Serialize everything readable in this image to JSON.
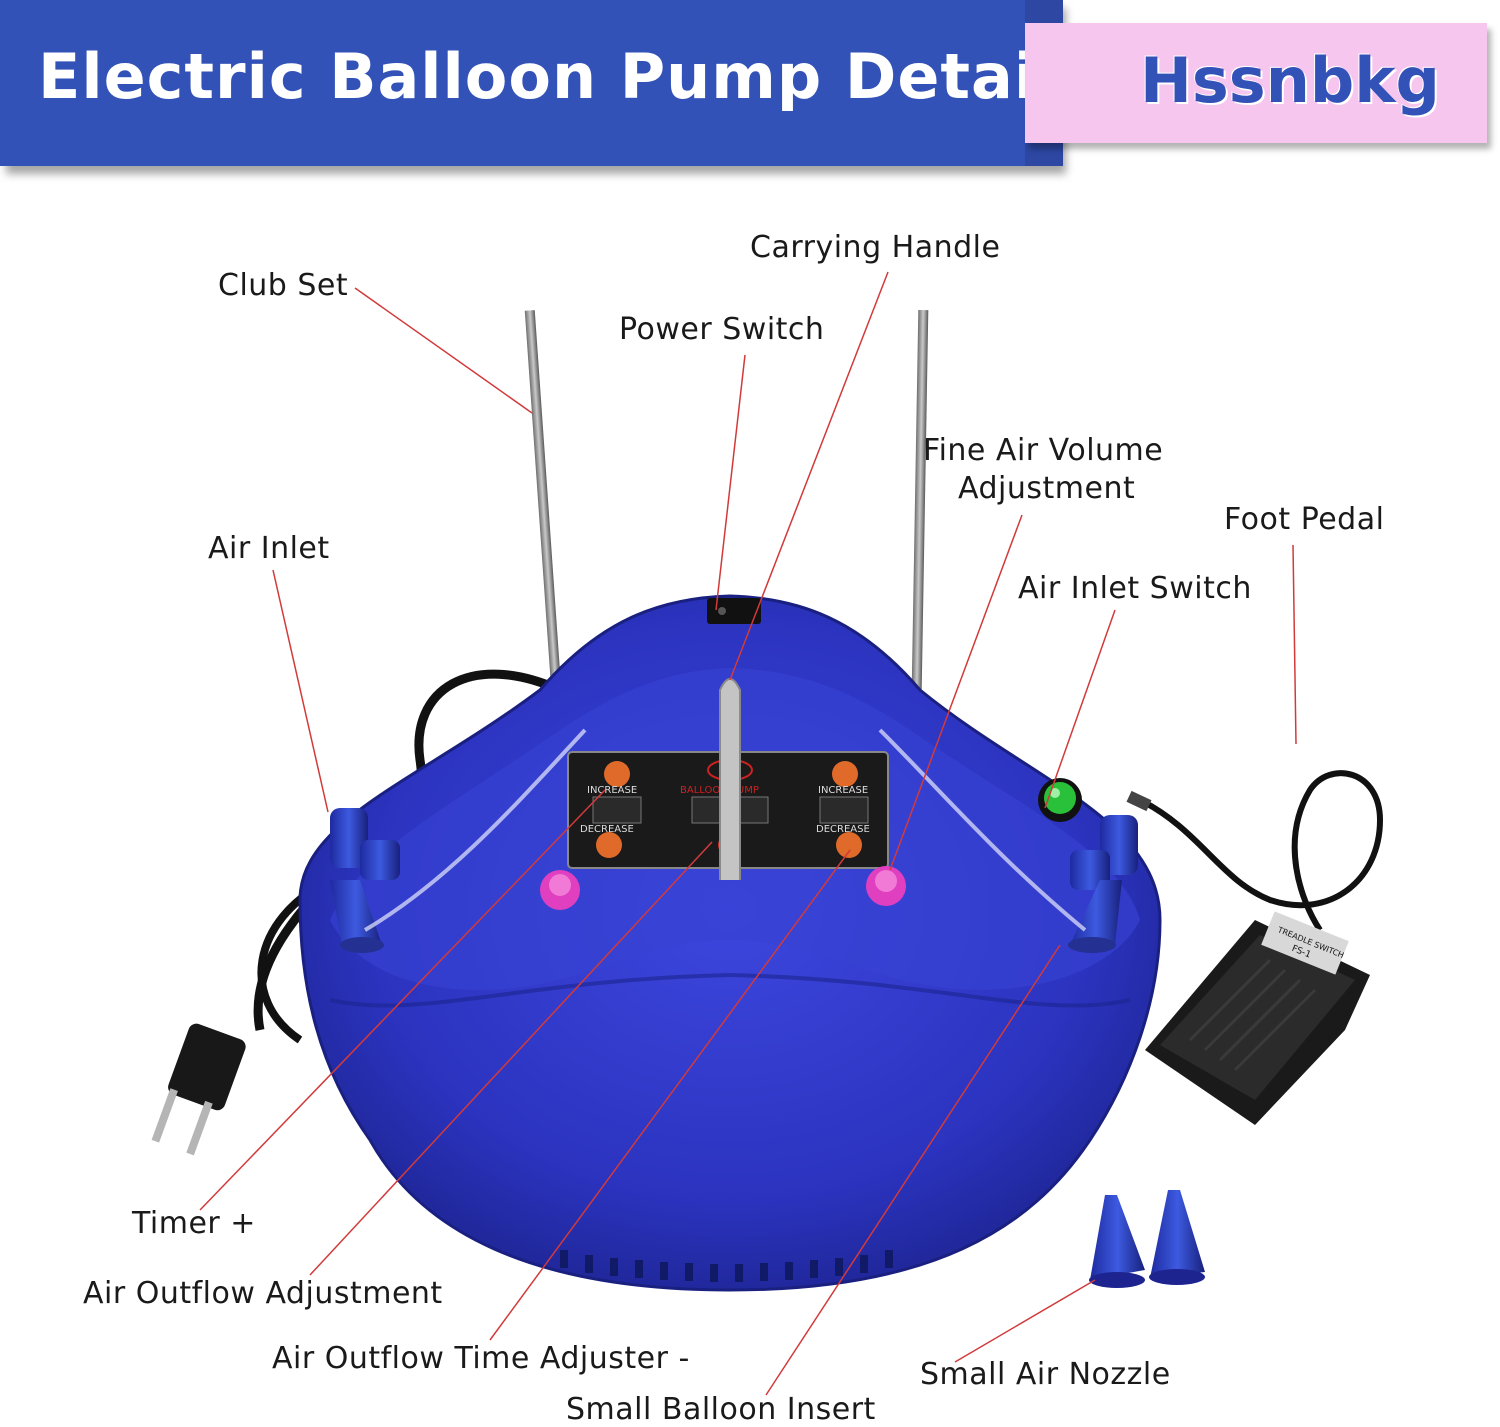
{
  "header": {
    "title": "Electric Balloon Pump Details",
    "brand": "Hssnbkg"
  },
  "colors": {
    "banner_blue": "#3352b8",
    "banner_pink": "#f7c6ef",
    "pump_blue": "#2f37c8",
    "leader_line": "#d23a3a"
  },
  "labels": {
    "club_set": "Club Set",
    "carrying_handle": "Carrying Handle",
    "power_switch": "Power Switch",
    "fine_air_volume_1": "Fine Air Volume",
    "fine_air_volume_2": "Adjustment",
    "foot_pedal": "Foot Pedal",
    "air_inlet": "Air Inlet",
    "air_inlet_switch": "Air Inlet Switch",
    "timer_plus": "Timer +",
    "air_outflow_adjustment": "Air Outflow Adjustment",
    "air_outflow_time_adjuster": "Air Outflow Time Adjuster -",
    "small_balloon_insert": "Small Balloon Insert",
    "small_air_nozzle": "Small Air Nozzle"
  },
  "panel": {
    "increase": "INCREASE",
    "decrease": "DECREASE",
    "brand": "BALLOON PUMP",
    "pedal_text_1": "TREADLE SWITCH",
    "pedal_text_2": "FS-1"
  }
}
